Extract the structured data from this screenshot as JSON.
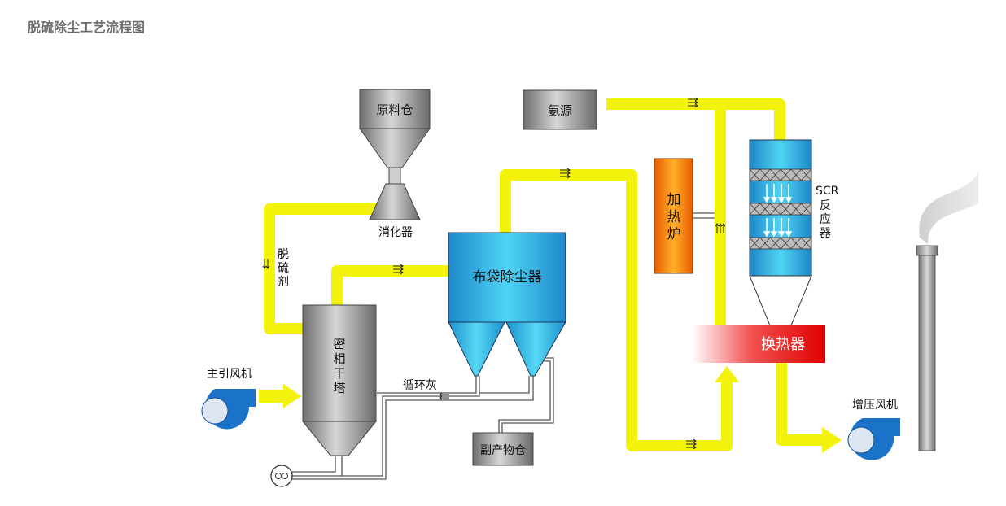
{
  "title": "脱硫除尘工艺流程图",
  "colors": {
    "pipe": "#f2f20a",
    "steel": "#9a9a9a",
    "blue": "#2aa8d8",
    "furnace": "#ff8a00",
    "heat": "#e80000",
    "fan": "#1a73c9"
  },
  "labels": {
    "raw_silo": "原料仓",
    "digester": "消化器",
    "ammonia": "氨源",
    "desulfurizer": [
      "脱",
      "硫",
      "剂"
    ],
    "dense_tower": [
      "密",
      "相",
      "干",
      "塔"
    ],
    "bag_filter": "布袋除尘器",
    "recycle_ash": "循环灰",
    "byproduct_silo": "副产物仓",
    "main_fan": "主引风机",
    "heater": [
      "加",
      "热",
      "炉"
    ],
    "scr": [
      "SCR",
      "反",
      "应",
      "器"
    ],
    "heat_exchanger": "换热器",
    "booster_fan": "增压风机"
  },
  "icons": {
    "flow_arrows": "triple-arrow-icon",
    "fan": "centrifugal-fan-icon",
    "pump": "rotary-valve-icon",
    "stack": "chimney-icon"
  }
}
